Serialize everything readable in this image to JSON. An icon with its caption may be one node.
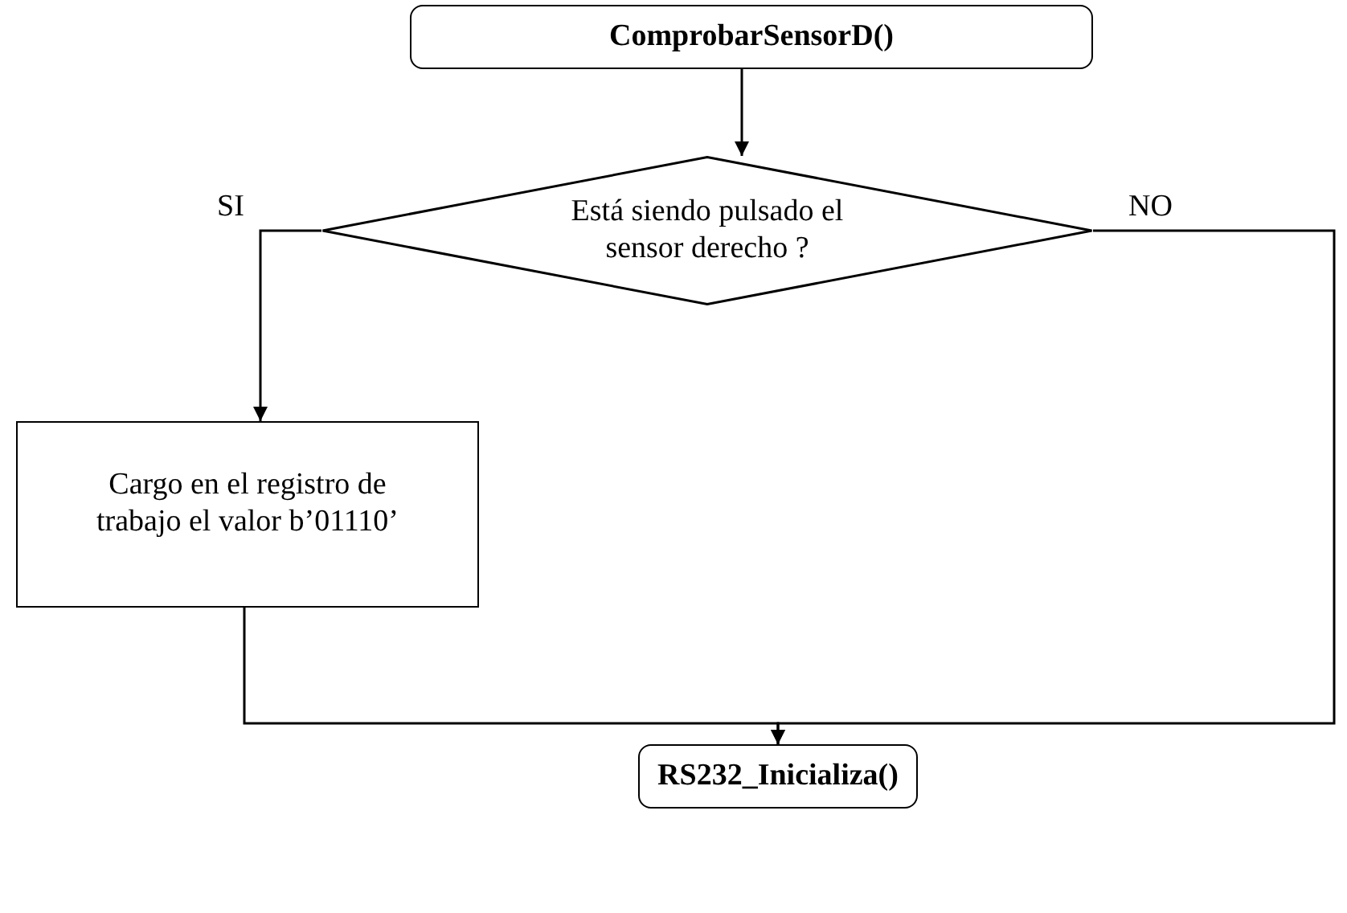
{
  "diagram": {
    "nodes": [
      {
        "text": [
          "ComprobarSensorD()"
        ]
      },
      {
        "text": [
          "Está siendo pulsado el sensor derecho ?"
        ]
      },
      {
        "text": [
          "Cargo en el registro de trabajo el valor b’01110’"
        ]
      },
      {
        "text": [
          "RS232_Inicializa()"
        ]
      }
    ],
    "edges": [
      {
        "from": 0,
        "to": 1,
        "arrow": "to"
      },
      {
        "from": 1,
        "to": 2,
        "arrow": "to",
        "label": "SI"
      },
      {
        "from": 1,
        "to": 3,
        "arrow": "to",
        "label": "NO"
      },
      {
        "from": 2,
        "to": 3,
        "arrow": "to"
      }
    ]
  }
}
